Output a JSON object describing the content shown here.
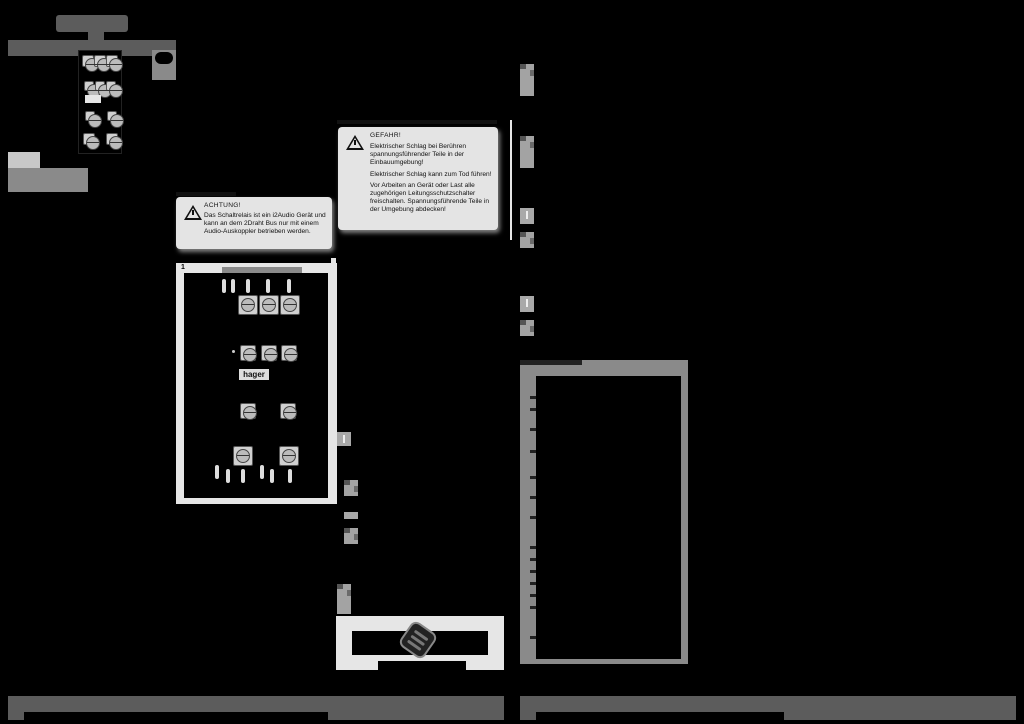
{
  "document": {
    "brand": "hager",
    "pages": 2
  },
  "left_page": {
    "warning_achtung": {
      "title": "ACHTUNG!",
      "text": "Das Schaltrelais ist ein i2Audio Gerät und kann an dem 2Draht Bus nur mit einem Audio-Auskoppler betrieben werden."
    },
    "figure": {
      "label": "1",
      "brand_label": "hager"
    }
  },
  "right_page": {
    "warning_gefahr": {
      "title": "GEFAHR!",
      "paragraphs": [
        "Elektrischer Schlag bei Berühren spannungsführender Teile in der Einbauumgebung!",
        "Elektrischer Schlag kann zum Tod führen!",
        "Vor Arbeiten an Gerät oder Last alle zugehörigen Leitungsschutzschalter freischalten. Spannungsführende Teile in der Umgebung abdecken!"
      ]
    }
  },
  "colors": {
    "background": "#000000",
    "panel_light": "#e6e6e6",
    "panel_mid": "#8a8a8a",
    "footer_bar": "#5c5c5c"
  }
}
